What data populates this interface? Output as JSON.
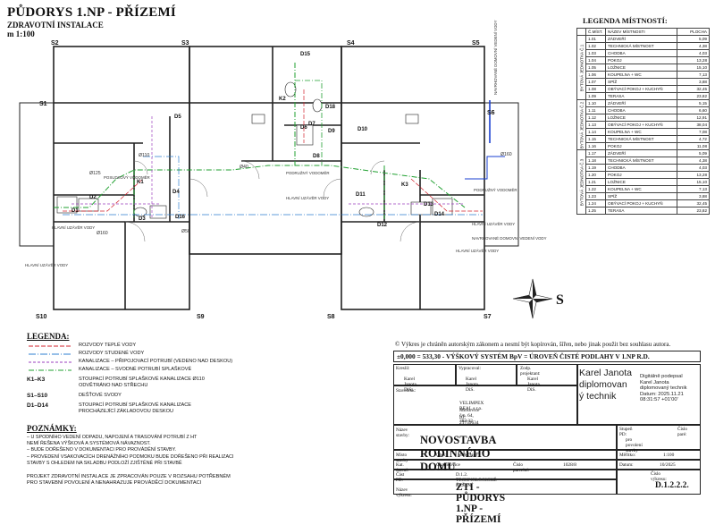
{
  "header": {
    "title": "PŮDORYS 1.NP - PŘÍZEMÍ",
    "subtitle": "ZDRAVOTNÍ INSTALACE",
    "scale": "m 1:100"
  },
  "plan": {
    "axes": [
      "S1",
      "S2",
      "S3",
      "S4",
      "S5",
      "S6",
      "S7",
      "S8",
      "S9",
      "S10"
    ],
    "risers": [
      "K1",
      "K2",
      "K3",
      "D1",
      "D2",
      "D3",
      "D4",
      "D5",
      "D6",
      "D7",
      "D8",
      "D9",
      "D10",
      "D11",
      "D12",
      "D13",
      "D14",
      "D15",
      "D16",
      "D18"
    ],
    "pipe_labels": [
      "Ø125",
      "Ø110",
      "Ø50",
      "Ø40",
      "Ø160",
      "Ø160"
    ],
    "annotations": [
      "POSUDKOVÝ VODOMĚR",
      "HLAVNÍ UZÁVĚR VODY",
      "HLAVNÍ UZÁVĚR VODY",
      "PODRUŽNÝ VODOMĚR",
      "HLAVNÍ UZÁVĚR VODY",
      "NAVRHOVANÉ DOMOVNÍ VEDENÍ VODY",
      "HLAVNÍ UZÁVĚR VODY",
      "NAVRHOVANÉ DOMOVNÍ VEDENÍ VODY",
      "PODRUŽNÝ VODOMĚR",
      "HLAVNÍ UZÁVĚR VODY"
    ],
    "north_label": "S",
    "colors": {
      "hot": "#d2202b",
      "cold": "#2e7fd0",
      "connect": "#9b3fbf",
      "stack": "#20a030",
      "wall": "#222222",
      "sewer": "#1a3fd0"
    }
  },
  "room_legend": {
    "title": "LEGENDA MÍSTNOSTÍ:",
    "headers": [
      "Č.MÍST.",
      "NÁZEV MÍSTNOSTI",
      "PLOCHA"
    ],
    "groups": [
      {
        "name": "BYTOVÁ JEDNOTKA Č.1",
        "rows": [
          [
            "1.01",
            "ZÁDVEŘÍ",
            "5,09"
          ],
          [
            "1.02",
            "TECHNICKÁ MÍSTNOST",
            "4,38"
          ],
          [
            "1.03",
            "CHODBA",
            "4,03"
          ],
          [
            "1.04",
            "POKOJ",
            "13,28"
          ],
          [
            "1.05",
            "LOŽNICE",
            "15,10"
          ],
          [
            "1.06",
            "KOUPELNA + WC",
            "7,13"
          ],
          [
            "1.07",
            "SPÍŽ",
            "3,88"
          ],
          [
            "1.08",
            "OBÝVACÍ POKOJ + KUCHYŇ",
            "32,45"
          ],
          [
            "1.09",
            "TERASA",
            "23,82"
          ]
        ]
      },
      {
        "name": "BYTOVÁ JEDNOTKA Č.2",
        "rows": [
          [
            "1.10",
            "ZÁDVEŘÍ",
            "5,15"
          ],
          [
            "1.11",
            "CHODBA",
            "6,60"
          ],
          [
            "1.12",
            "LOŽNICE",
            "12,91"
          ],
          [
            "1.13",
            "OBÝVACÍ POKOJ + KUCHYŇ",
            "38,04"
          ],
          [
            "1.14",
            "KOUPELNA + WC",
            "7,08"
          ],
          [
            "1.15",
            "TECHNICKÁ MÍSTNOST",
            "4,72"
          ],
          [
            "1.16",
            "POKOJ",
            "11,08"
          ]
        ]
      },
      {
        "name": "BYTOVÁ JEDNOTKA Č.3",
        "rows": [
          [
            "1.17",
            "ZÁDVEŘÍ",
            "5,09"
          ],
          [
            "1.18",
            "TECHNICKÁ MÍSTNOST",
            "4,38"
          ],
          [
            "1.19",
            "CHODBA",
            "4,03"
          ],
          [
            "1.20",
            "POKOJ",
            "13,28"
          ],
          [
            "1.21",
            "LOŽNICE",
            "15,10"
          ],
          [
            "1.22",
            "KOUPELNA + WC",
            "7,13"
          ],
          [
            "1.23",
            "SPÍŽ",
            "3,88"
          ],
          [
            "1.24",
            "OBÝVACÍ POKOJ + KUCHYŇ",
            "32,45"
          ],
          [
            "1.25",
            "TERASA",
            "23,82"
          ]
        ]
      }
    ]
  },
  "legend": {
    "title": "LEGENDA:",
    "lines": [
      {
        "label": "ROZVODY TEPLÉ VODY",
        "color": "#d2202b",
        "dash": "5,2"
      },
      {
        "label": "ROZVODY STUDENÉ VODY",
        "color": "#2e7fd0",
        "dash": "8,2,1,2"
      },
      {
        "label": "KANALIZACE – PŘIPOJOVACÍ POTRUBÍ (VEDENO NAD DESKOU)",
        "color": "#9b3fbf",
        "dash": "3,2"
      },
      {
        "label": "KANALIZACE – SVODNÉ POTRUBÍ SPLAŠKOVÉ",
        "color": "#20a030",
        "dash": "6,2,1,2"
      }
    ],
    "codes": [
      {
        "code": "K1–K3",
        "desc": "STOUPACÍ POTRUBÍ SPLAŠKOVÉ KANALIZACE Ø110\nODVĚTRÁNO NAD STŘECHU"
      },
      {
        "code": "S1–S10",
        "desc": "DEŠŤOVÉ SVODY"
      },
      {
        "code": "D1–D14",
        "desc": "STOUPACÍ POTRUBÍ SPLAŠKOVÉ KANALIZACE\nPROCHÁZEJÍCÍ ZÁKLADOVOU DESKOU"
      }
    ]
  },
  "notes": {
    "title": "POZNÁMKY:",
    "items": [
      "– U SPODNÍHO VEDENÍ ODPADU, NAPOJENÍ A TRASOVÁNÍ POTRUBÍ Z HT\n   NEMÍ ŘEŠENA VÝŠKOVÁ A SYSTÉMOVÁ NÁVAZNOST.\n      – BUDE DOŘEŠENO V DOKUMENTACI PRO PROVÁDĚNÍ STAVBY.",
      "– PROVEDENÍ VSAKOVACÍCH DRENÁŽNÍHO PODMOKU BUDE DOŘEŠENO PŘI REALIZACI\n   STAVBY S OHLEDEM NA SKLADBU PODLOŽÍ ZJIŠTĚNÉ PŘI STAVBĚ"
    ],
    "footnote": "PROJEKT ZDRAVOTNÍ INSTALACE JE ZPRACOVÁN POUZE V ROZSAHU POTŘEBNÉM\nPRO STAVEBNÍ POVOLENÍ A NENAHRAZUJE PROVÁDĚCÍ DOKUMENTACI"
  },
  "titleblock": {
    "copyright": "© Výkres je chráněn autorským zákonem a nesmí být kopírován, šířen, nebo jinak použit bez souhlasu autora.",
    "datum_line": "±0,000 = 533,30 - VÝŠKOVÝ SYSTÉM BpV = ÚROVEŇ ČISTÉ PODLAHY V 1.NP R.D.",
    "kreslil_label": "Kreslil:",
    "kreslil": "Karel Janota, DiS.",
    "vypracoval_label": "Vypracoval:",
    "vypracoval": "Karel Janota, DiS.",
    "zodp_label": "Zodp. projektant:",
    "zodp": "Karel Janota, DiS.",
    "signature_name": "Karel Janota\ndiplomovan\ný technik",
    "signature_text": "Digitálně podepsal\nKarel Janota\ndiplomovaný technik\nDatum: 2025.11.21\n08:31:57 +01'00'",
    "stavebnik_label": "Stavebník:",
    "stavebnik_name": "VELIMPEX REAL s.r.o.",
    "stavebnik_addr": "Mirkovice č.p. 64, 382 32",
    "stavebnik_ic": "IČ: 21759634",
    "nazev_stavby_label": "Název stavby:",
    "nazev_stavby": "NOVOSTAVBA RODINNÉHO DOMU",
    "stupen_label": "Stupeň PD:",
    "stupen": "pro povolení stavby",
    "cislo_pare_label": "Číslo paré:",
    "misto_label": "Místo stavby",
    "obec_label": "Obec:",
    "obec": "Mirkovice",
    "meritko_label": "Měřítko:",
    "meritko": "1:100",
    "kat_label": "Kat. území:",
    "kat": "Chabičovice",
    "parcela_label": "Číslo parcelní:",
    "parcela": "1028/8",
    "datum_label": "Datum:",
    "datum": "10/2025",
    "cast_label": "Část PD:",
    "cast": "D.1.2. TECHNOLOGICKÉ ŘEŠENÍ",
    "vykres_cislo_label": "Číslo výkresu:",
    "nazev_vykresu_label": "Název výkresu:",
    "nazev_vykresu": "ZTI - PŮDORYS 1.NP - PŘÍZEMÍ",
    "cislo_vykresu": "D.1.2.2.2."
  }
}
